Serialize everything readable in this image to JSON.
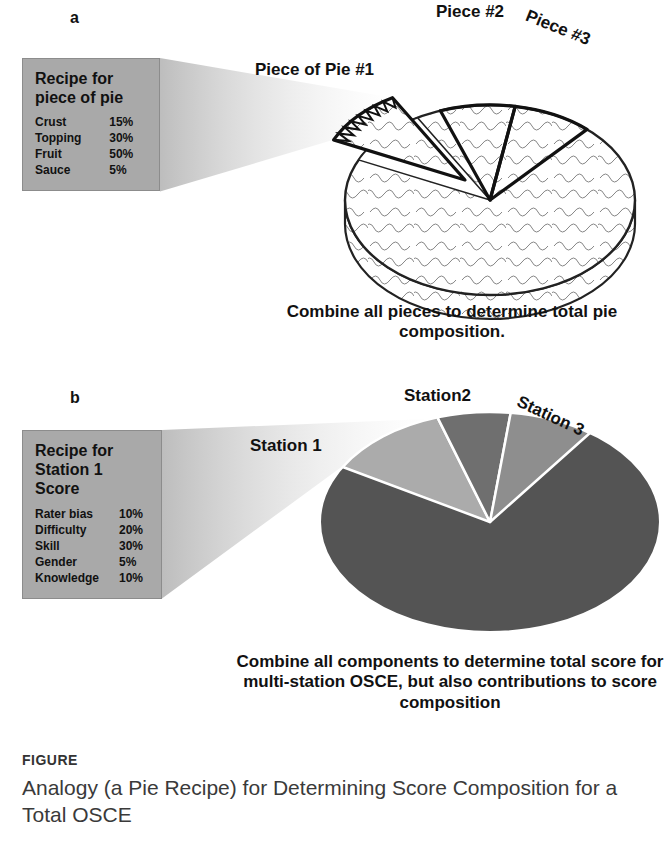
{
  "diagram": {
    "caption": "Analogy (a Pie Recipe) for Determining Score Composition for a Total OSCE",
    "nodes": [
      {
        "text": [
          "Recipe for piece of pie",
          "Crust",
          "15%",
          "Topping",
          "30%",
          "Fruit",
          "50%",
          "Sauce",
          "5%"
        ]
      },
      {
        "text": [
          "Recipe for Station 1 Score",
          "Rater bias",
          "10%",
          "Difficulty",
          "20%",
          "Skill",
          "30%",
          "Gender",
          "5%",
          "Knowledge",
          "10%"
        ]
      }
    ],
    "labels": [
      "a",
      "Piece of Pie #1",
      "Piece #2",
      "Piece #3",
      "Combine all pieces to determine total pie composition.",
      "b",
      "Station 1",
      "Station2",
      "Station 3",
      "Combine all components to determine total score for multi-station OSCE, but also contributions to score composition",
      "FIGURE"
    ]
  }
}
